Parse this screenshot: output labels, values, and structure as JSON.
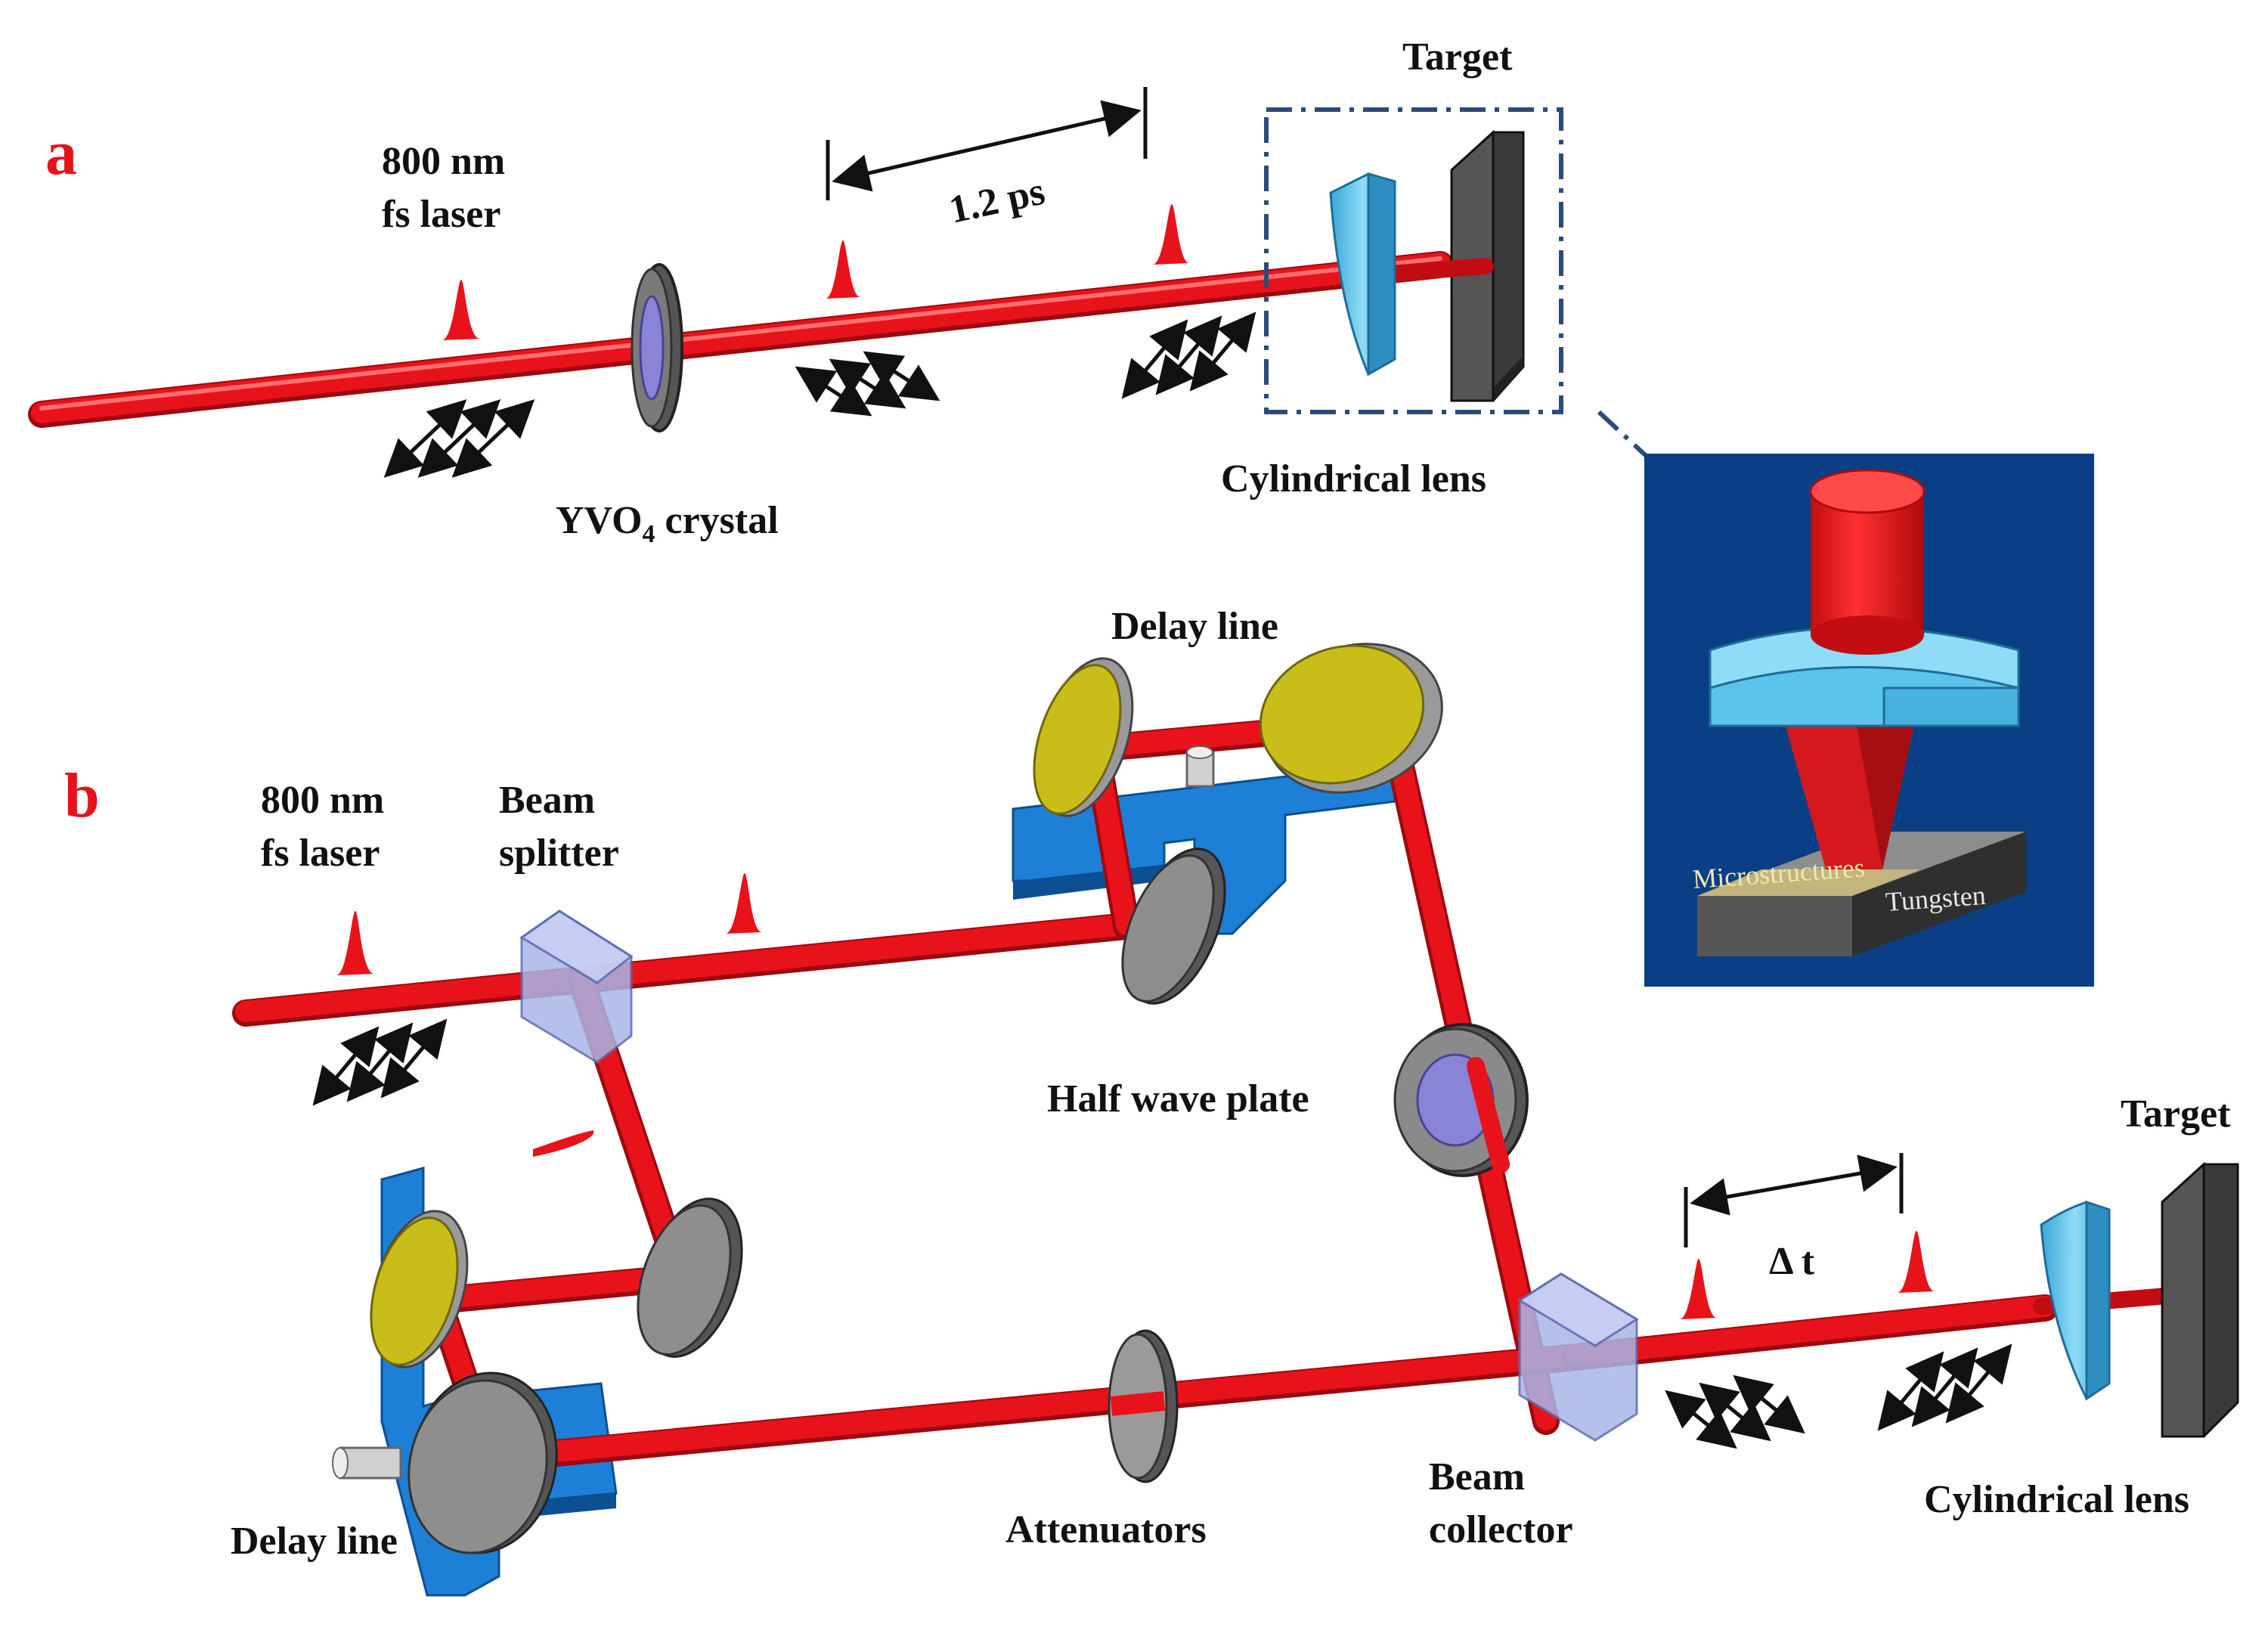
{
  "panel_a": {
    "tag": "a",
    "laser_line1": "800 nm",
    "laser_line2": "fs laser",
    "crystal_main": "YVO",
    "crystal_sub": "4",
    "crystal_rest": " crystal",
    "delay": "1.2 ps",
    "target": "Target",
    "lens": "Cylindrical lens"
  },
  "inset": {
    "microstructures": "Microstructures",
    "tungsten": "Tungsten"
  },
  "panel_b": {
    "tag": "b",
    "laser_line1": "800 nm",
    "laser_line2": "fs laser",
    "splitter_line1": "Beam",
    "splitter_line2": "splitter",
    "delay_top": "Delay line",
    "half_wave": "Half wave plate",
    "delay_bottom": "Delay line",
    "attenuators": "Attenuators",
    "collector_line1": "Beam",
    "collector_line2": "collector",
    "delta_t": "Δ t",
    "target": "Target",
    "lens": "Cylindrical lens"
  },
  "colors": {
    "beam": "#e8131a",
    "panel_label": "#e8131a",
    "mirror_yellow": "#c9bd1a",
    "stage_blue": "#1e7fd6",
    "inset_bg": "#0a3f86",
    "lens_cyan": "#5cc4ec",
    "waveplate_violet": "#8a84d8",
    "splitter_glass": "#a9b6e8",
    "target_dark": "#3a3a3a"
  }
}
